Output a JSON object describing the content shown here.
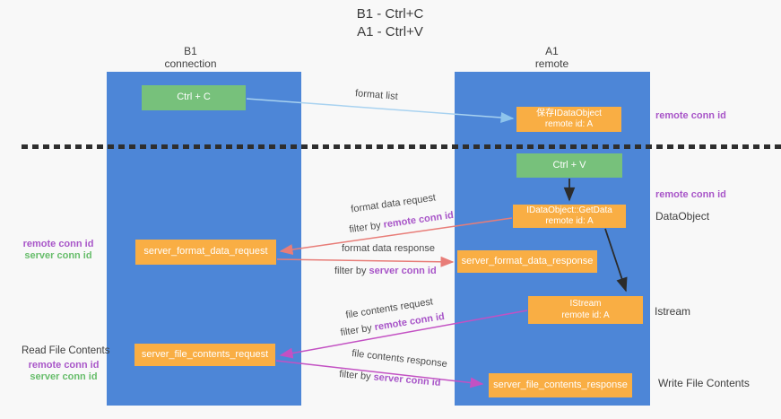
{
  "title": {
    "line1": "B1 - Ctrl+C",
    "line2": "A1 - Ctrl+V"
  },
  "lanes": {
    "left": {
      "name": "B1",
      "subtitle": "connection"
    },
    "right": {
      "name": "A1",
      "subtitle": "remote"
    }
  },
  "nodes": {
    "ctrl_c": {
      "label": "Ctrl + C"
    },
    "save_idataobject": {
      "line1": "保存IDataObject",
      "line2": "remote id: A"
    },
    "ctrl_v": {
      "label": "Ctrl + V"
    },
    "getdata": {
      "line1": "IDataObject::GetData",
      "line2": "remote id: A"
    },
    "server_format_data_request": {
      "label": "server_format_data_request"
    },
    "server_format_data_response": {
      "label": "server_format_data_response"
    },
    "istream": {
      "line1": "IStream",
      "line2": "remote id: A"
    },
    "server_file_contents_request": {
      "label": "server_file_contents_request"
    },
    "server_file_contents_response": {
      "label": "server_file_contents_response"
    }
  },
  "arrows": {
    "format_list": {
      "label": "format list"
    },
    "format_data_request": {
      "label": "format data request",
      "filter_prefix": "filter by ",
      "filter_key": "remote conn id"
    },
    "format_data_response": {
      "label": "format data response",
      "filter_prefix": "filter by ",
      "filter_key": "server conn id"
    },
    "file_contents_request": {
      "label": "file contents request",
      "filter_prefix": "filter by ",
      "filter_key": "remote conn id"
    },
    "file_contents_response": {
      "label": "file contents response",
      "filter_prefix": "filter by ",
      "filter_key": "server conn id"
    }
  },
  "annotations": {
    "left_format": {
      "remote": "remote conn id",
      "server": "server conn id"
    },
    "left_file": {
      "title": "Read File Contents",
      "remote": "remote conn id",
      "server": "server conn id"
    },
    "right_top": {
      "remote": "remote conn id"
    },
    "right_mid": {
      "remote": "remote conn id",
      "object": "DataObject"
    },
    "right_istream": {
      "object": "Istream"
    },
    "right_bottom": {
      "object": "Write File Contents"
    }
  },
  "colors": {
    "background": "#f8f8f8",
    "lane_blue": "#4d86d7",
    "node_green": "#77c17b",
    "node_orange": "#f9ae44",
    "arrow_light_blue": "#a8d2f0",
    "arrow_red": "#e87d78",
    "arrow_magenta": "#c351c3",
    "arrow_black": "#2b2b2b",
    "text_purple": "#a855c8",
    "text_green": "#67bd6b",
    "dashed_line": "#2e2e2e"
  }
}
